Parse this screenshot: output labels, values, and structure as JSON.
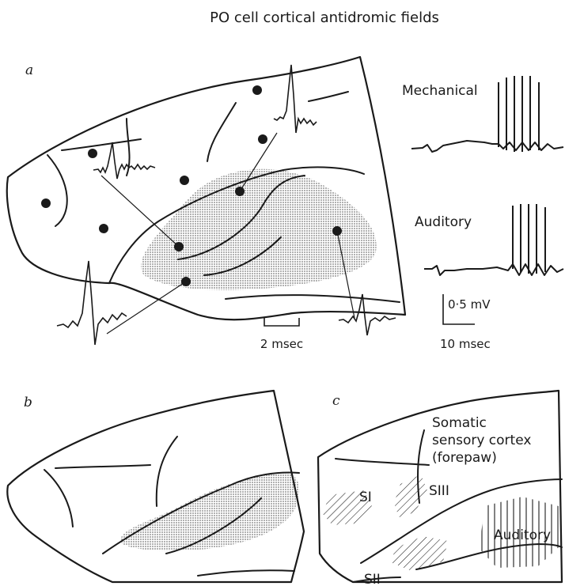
{
  "title": "PO cell cortical antidromic fields",
  "panels": {
    "a": {
      "letter": "a",
      "traces": {
        "mechanical_label": "Mechanical",
        "auditory_label": "Auditory"
      },
      "scale_left": {
        "time": "2 msec"
      },
      "scale_right": {
        "voltage": "0·5 mV",
        "time": "10 msec"
      }
    },
    "b": {
      "letter": "b"
    },
    "c": {
      "letter": "c",
      "area_labels": {
        "somatic_line1": "Somatic",
        "somatic_line2": "sensory cortex",
        "somatic_line3": "(forepaw)",
        "s1": "SI",
        "s2": "SII",
        "s3": "SIII",
        "auditory": "Auditory"
      }
    }
  },
  "colors": {
    "ink": "#1a1a1a",
    "shading": "#bdbdbd",
    "background": "#ffffff"
  }
}
